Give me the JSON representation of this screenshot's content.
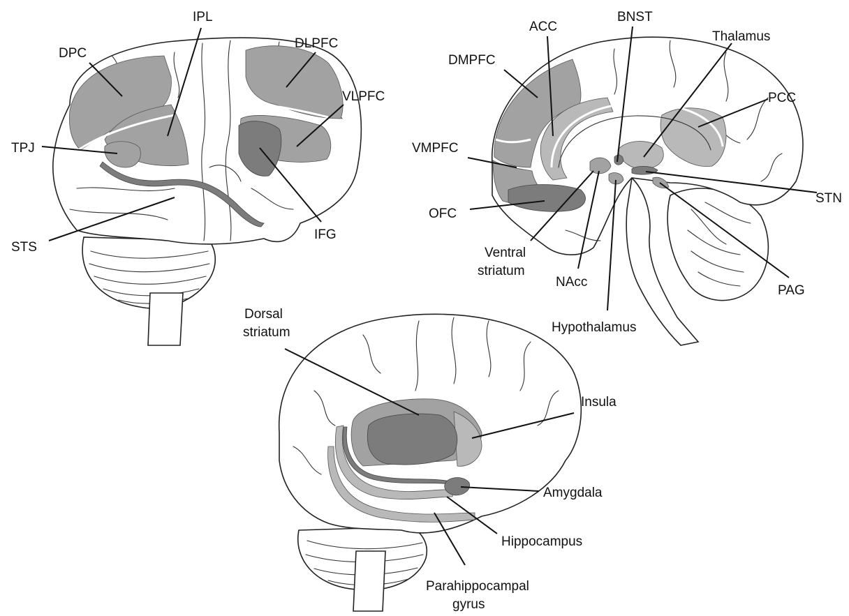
{
  "colors": {
    "outline": "#222222",
    "region_light": "#b9b9b9",
    "region_medium": "#a2a2a2",
    "region_dark": "#7c7c7c",
    "background": "#ffffff"
  },
  "lateral_view": {
    "labels": {
      "dpc": "DPC",
      "ipl": "IPL",
      "dlpfc": "DLPFC",
      "vlpfc": "VLPFC",
      "tpj": "TPJ",
      "sts": "STS",
      "ifg": "IFG"
    }
  },
  "medial_view": {
    "labels": {
      "acc": "ACC",
      "bnst": "BNST",
      "thalamus": "Thalamus",
      "dmpfc": "DMPFC",
      "pcc": "PCC",
      "vmpfc": "VMPFC",
      "stn": "STN",
      "ofc": "OFC",
      "ventral_striatum_line1": "Ventral",
      "ventral_striatum_line2": "striatum",
      "nacc": "NAcc",
      "pag": "PAG",
      "hypothalamus": "Hypothalamus"
    }
  },
  "inner_view": {
    "labels": {
      "dorsal_striatum_line1": "Dorsal",
      "dorsal_striatum_line2": "striatum",
      "insula": "Insula",
      "amygdala": "Amygdala",
      "hippocampus": "Hippocampus",
      "parahippocampal_line1": "Parahippocampal",
      "parahippocampal_line2": "gyrus"
    }
  }
}
